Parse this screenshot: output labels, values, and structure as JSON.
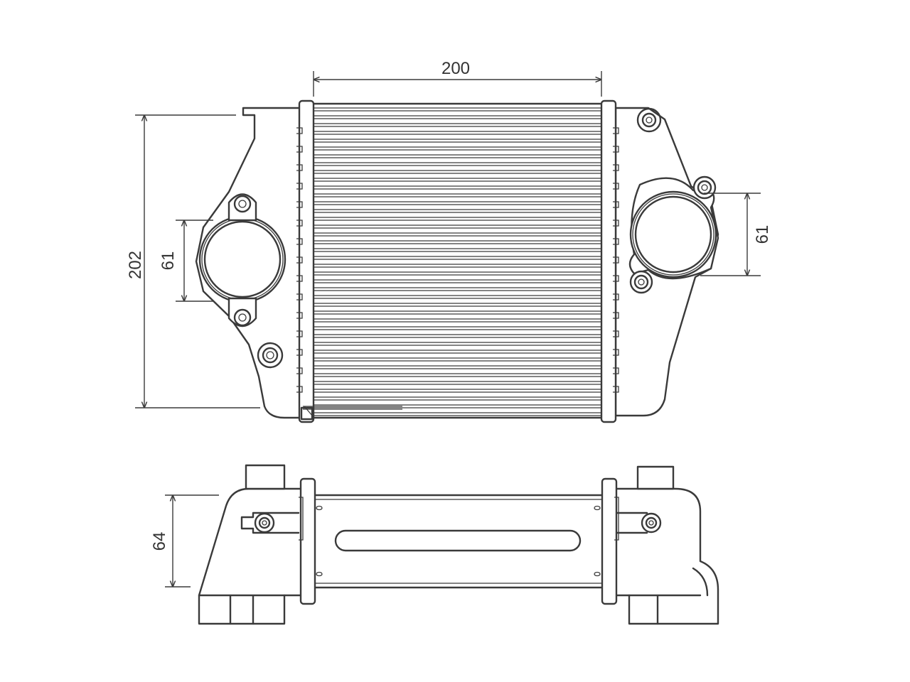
{
  "dimensions": {
    "width_top": "200",
    "height_total": "202",
    "inlet_left": "61",
    "outlet_right": "61",
    "depth_bottom": "64"
  },
  "colors": {
    "line": "#3a3a3a",
    "text": "#333333",
    "background": "#ffffff"
  }
}
